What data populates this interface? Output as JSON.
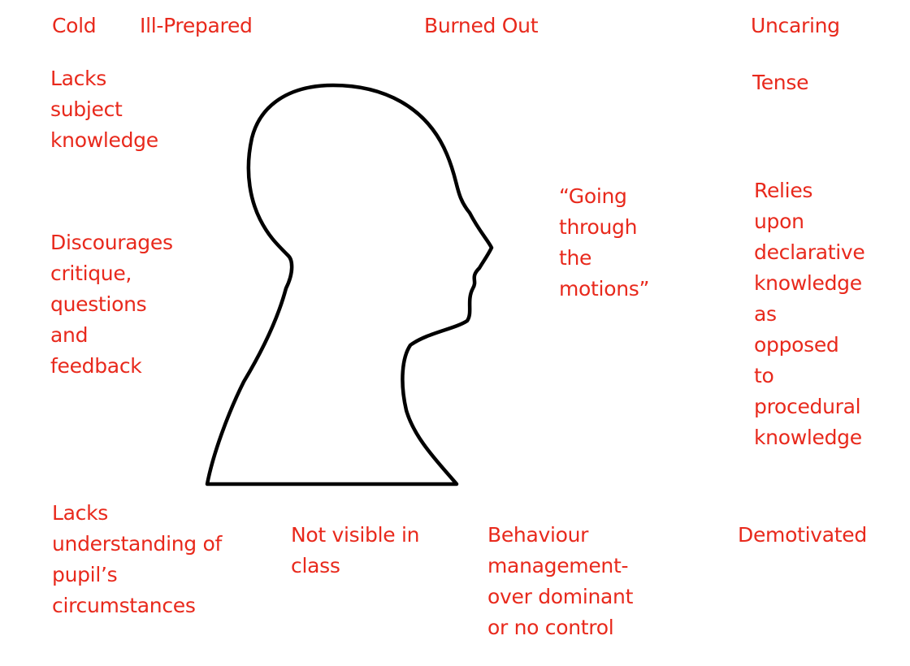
{
  "colors": {
    "label": "#e8291c",
    "outline": "#000000"
  },
  "head_icon": "human-head-profile-silhouette",
  "labels": {
    "cold": "Cold",
    "ill_prepared": "Ill-Prepared",
    "burned_out": "Burned Out",
    "uncaring": "Uncaring",
    "lacks_subject_knowledge": "Lacks\nsubject\nknowledge",
    "tense": "Tense",
    "going_through_motions": "“Going\nthrough\nthe\nmotions”",
    "relies_declarative": "Relies\nupon\ndeclarative\nknowledge\nas\nopposed\nto\nprocedural\nknowledge",
    "discourages_critique": "Discourages\ncritique,\nquestions\nand\nfeedback",
    "lacks_understanding": "Lacks\nunderstanding of\npupil’s\ncircumstances",
    "not_visible": "Not visible in\nclass",
    "behaviour_management": "Behaviour\nmanagement-\nover dominant\nor no control",
    "demotivated": "Demotivated"
  }
}
